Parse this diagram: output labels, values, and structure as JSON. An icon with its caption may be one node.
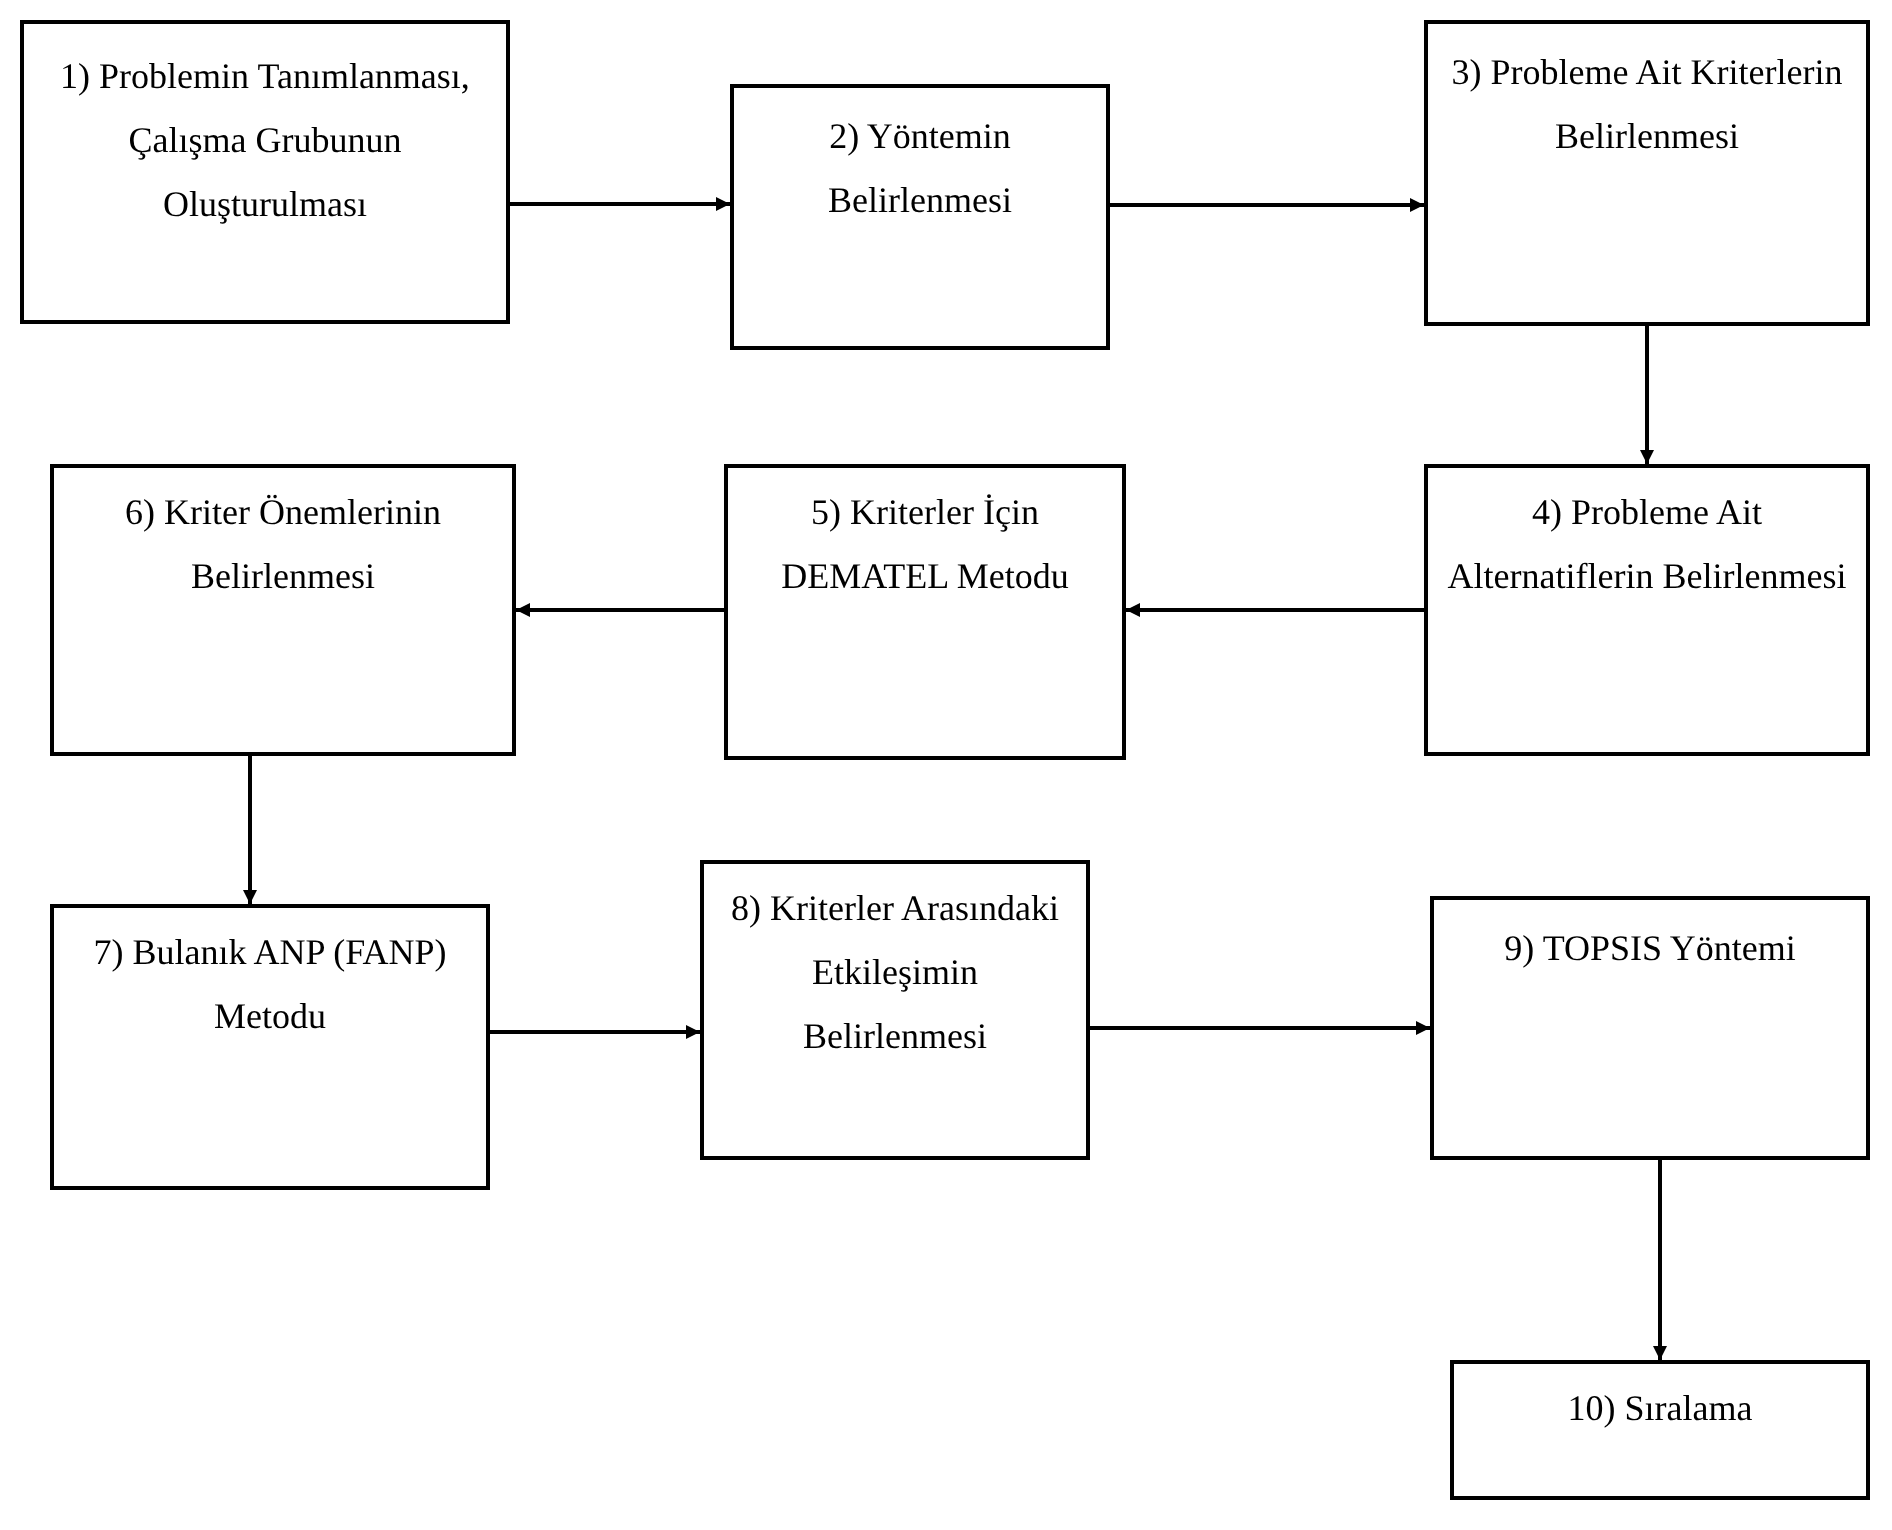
{
  "diagram": {
    "nodes": [
      {
        "text": [
          "1) Problemin Tanımlanması, Çalışma Grubunun Oluşturulması"
        ]
      },
      {
        "text": [
          "2) Yöntemin Belirlenmesi"
        ]
      },
      {
        "text": [
          "3) Probleme Ait Kriterlerin Belirlenmesi"
        ]
      },
      {
        "text": [
          "4) Probleme Ait Alternatiflerin Belirlenmesi"
        ]
      },
      {
        "text": [
          "5) Kriterler İçin DEMATEL Metodu"
        ]
      },
      {
        "text": [
          "6) Kriter Önemlerinin Belirlenmesi"
        ]
      },
      {
        "text": [
          "7) Bulanık ANP (FANP)   Metodu"
        ]
      },
      {
        "text": [
          "8) Kriterler Arasındaki Etkileşimin Belirlenmesi"
        ]
      },
      {
        "text": [
          "9) TOPSIS Yöntemi"
        ]
      },
      {
        "text": [
          "10) Sıralama"
        ]
      }
    ],
    "edges": [
      {
        "from": 0,
        "to": 1,
        "arrow": "to"
      },
      {
        "from": 1,
        "to": 2,
        "arrow": "to"
      },
      {
        "from": 2,
        "to": 3,
        "arrow": "to"
      },
      {
        "from": 3,
        "to": 4,
        "arrow": "to"
      },
      {
        "from": 4,
        "to": 5,
        "arrow": "to"
      },
      {
        "from": 5,
        "to": 6,
        "arrow": "to"
      },
      {
        "from": 6,
        "to": 7,
        "arrow": "to"
      },
      {
        "from": 7,
        "to": 8,
        "arrow": "to"
      },
      {
        "from": 8,
        "to": 9,
        "arrow": "to"
      }
    ]
  }
}
